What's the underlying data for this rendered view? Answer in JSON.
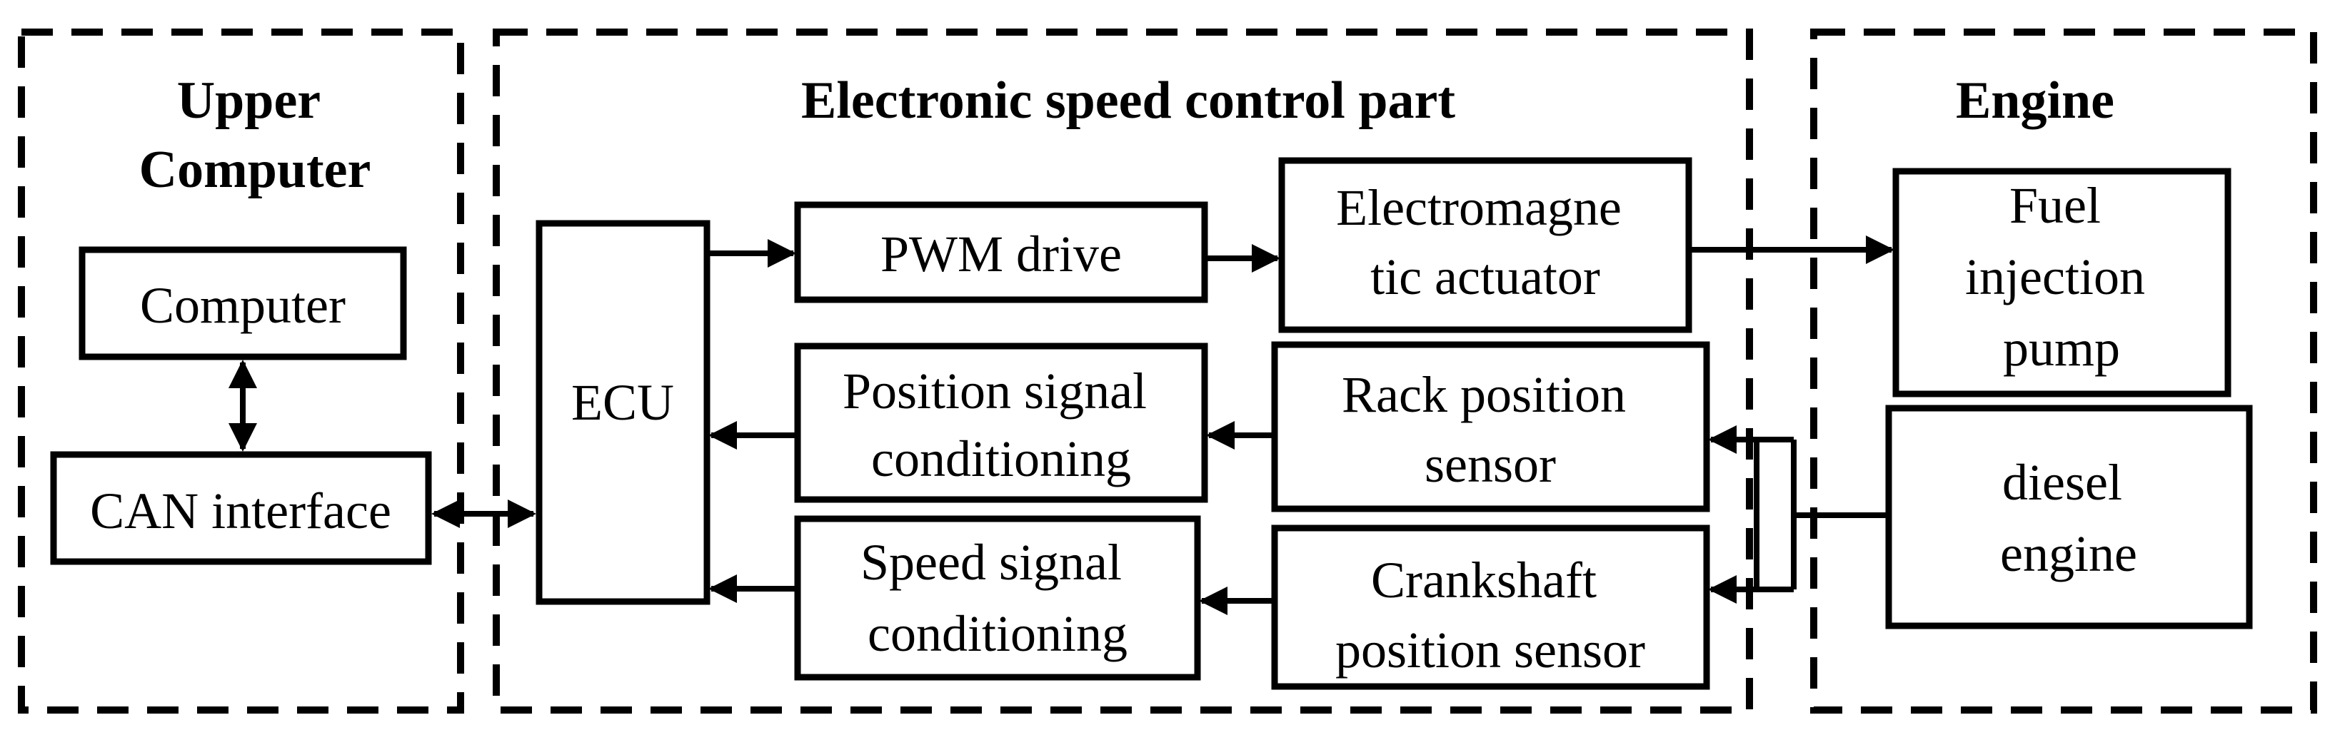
{
  "regions": {
    "upper_computer": {
      "title": [
        "Upper",
        "Computer"
      ]
    },
    "speed_control": {
      "title": [
        "Electronic speed control part"
      ]
    },
    "engine": {
      "title": [
        "Engine"
      ]
    }
  },
  "blocks": {
    "computer": [
      "Computer"
    ],
    "can_interface": [
      "CAN interface"
    ],
    "ecu": [
      "ECU"
    ],
    "pwm_drive": [
      "PWM drive"
    ],
    "electromagnetic_actuator": [
      "Electromagne",
      "tic actuator"
    ],
    "position_signal_conditioning": [
      "Position signal",
      "conditioning"
    ],
    "rack_position_sensor": [
      "Rack position",
      "sensor"
    ],
    "speed_signal_conditioning": [
      "Speed signal",
      "conditioning"
    ],
    "crankshaft_position_sensor": [
      "Crankshaft",
      "position sensor"
    ],
    "fuel_injection_pump": [
      "Fuel",
      "injection",
      "pump"
    ],
    "diesel_engine": [
      "diesel",
      "engine"
    ]
  },
  "colors": {
    "stroke": "#000000",
    "background": "#ffffff"
  }
}
